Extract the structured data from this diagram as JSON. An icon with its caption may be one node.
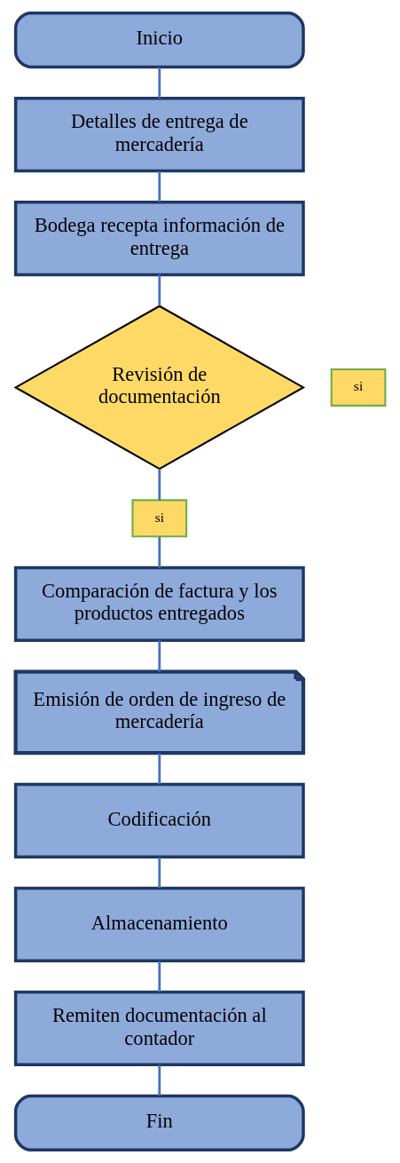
{
  "diagram": {
    "nodes": [
      {
        "text": [
          "Inicio"
        ]
      },
      {
        "text": [
          "Detalles de entrega de mercadería"
        ]
      },
      {
        "text": [
          "Bodega recepta información de entrega"
        ]
      },
      {
        "text": [
          "Revisión de documentación"
        ]
      },
      {
        "text": [
          "si"
        ]
      },
      {
        "text": [
          "si"
        ]
      },
      {
        "text": [
          "Comparación de factura y los productos entregados"
        ]
      },
      {
        "text": [
          "Emisión de orden de ingreso de mercadería"
        ]
      },
      {
        "text": [
          "Codificación"
        ]
      },
      {
        "text": [
          "Almacenamiento"
        ]
      },
      {
        "text": [
          "Remiten documentación al contador"
        ]
      },
      {
        "text": [
          "Fin"
        ]
      }
    ],
    "edges": [
      {
        "from": 0,
        "to": 1,
        "arrow": "none"
      },
      {
        "from": 1,
        "to": 2,
        "arrow": "none"
      },
      {
        "from": 2,
        "to": 3,
        "arrow": "none"
      },
      {
        "from": 3,
        "to": 5,
        "arrow": "none"
      },
      {
        "from": 5,
        "to": 6,
        "arrow": "none"
      },
      {
        "from": 6,
        "to": 7,
        "arrow": "none"
      },
      {
        "from": 7,
        "to": 8,
        "arrow": "none"
      },
      {
        "from": 8,
        "to": 9,
        "arrow": "none"
      },
      {
        "from": 9,
        "to": 10,
        "arrow": "none"
      },
      {
        "from": 10,
        "to": 11,
        "arrow": "none"
      }
    ]
  }
}
